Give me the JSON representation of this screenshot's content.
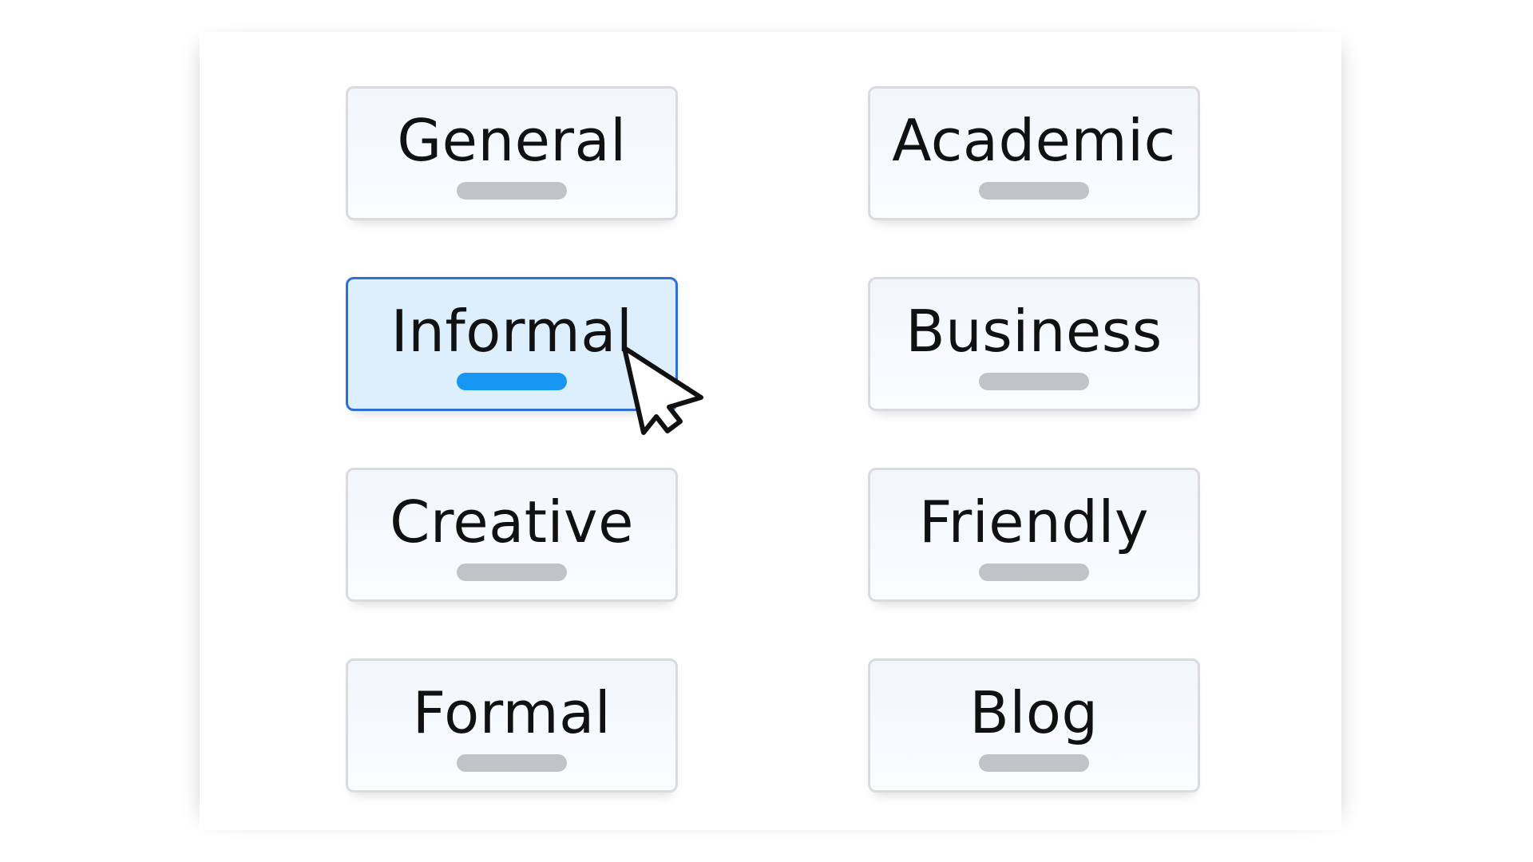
{
  "tones": [
    {
      "label": "General",
      "selected": false
    },
    {
      "label": "Academic",
      "selected": false
    },
    {
      "label": "Informal",
      "selected": true
    },
    {
      "label": "Business",
      "selected": false
    },
    {
      "label": "Creative",
      "selected": false
    },
    {
      "label": "Friendly",
      "selected": false
    },
    {
      "label": "Formal",
      "selected": false
    },
    {
      "label": "Blog",
      "selected": false
    }
  ],
  "colors": {
    "selected_border": "#2f6fd8",
    "selected_background": "#ddeefc",
    "selected_indicator": "#1597f3",
    "indicator": "#c2c3c7",
    "card_border": "#d9dbe0"
  },
  "icons": {
    "cursor": "mouse-pointer-icon"
  }
}
